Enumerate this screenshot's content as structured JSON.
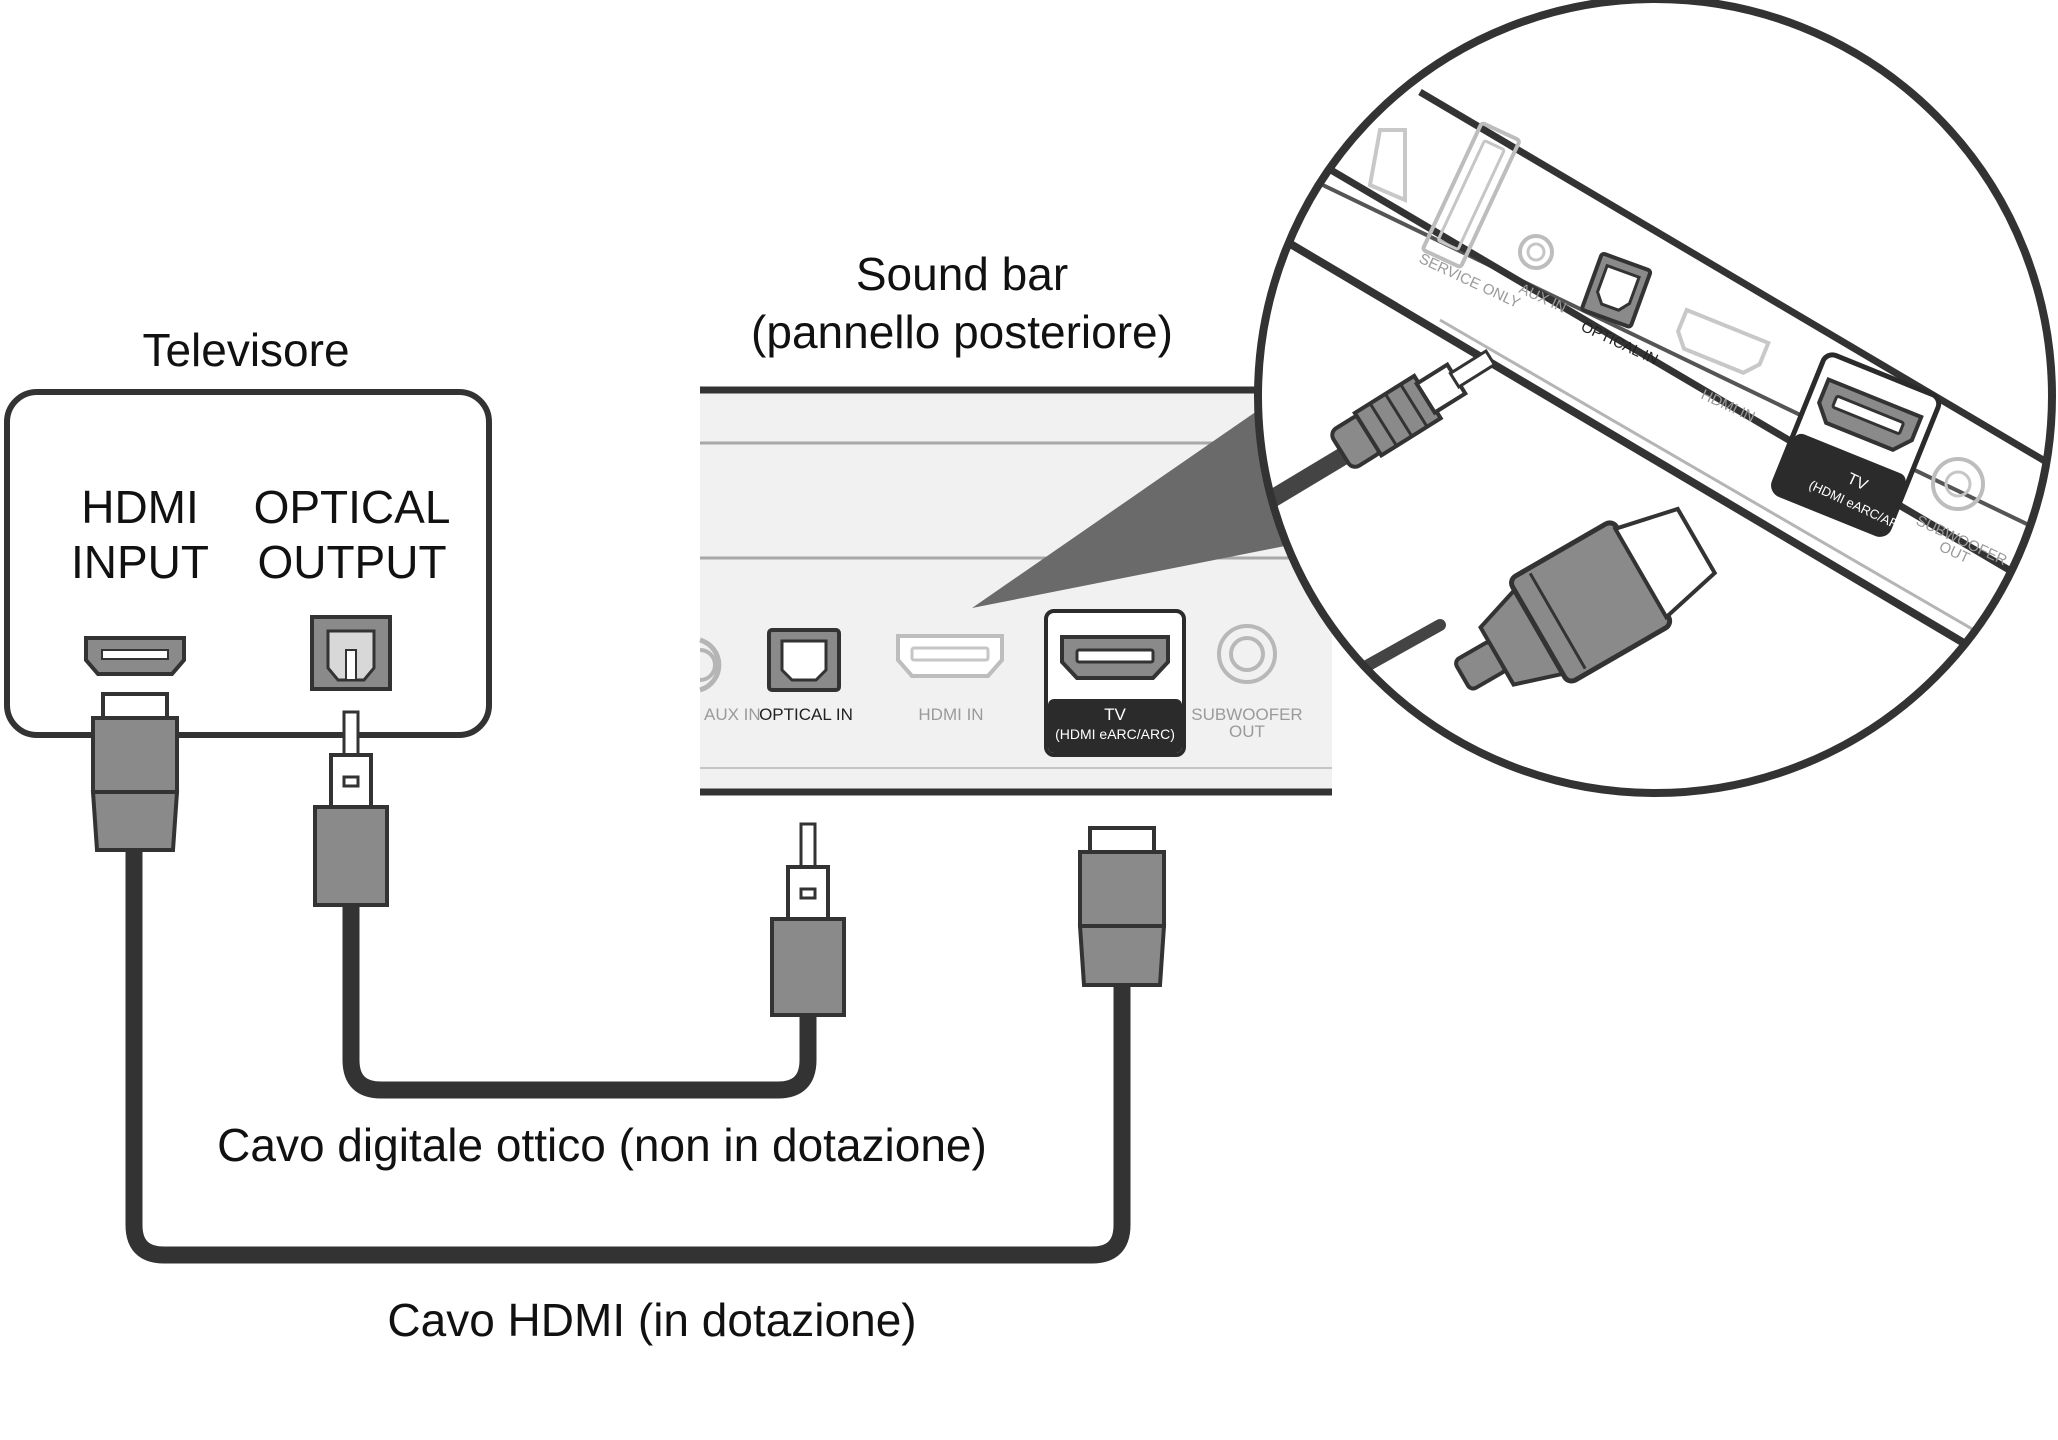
{
  "television": {
    "title": "Televisore",
    "hdmi_label_line1": "HDMI",
    "hdmi_label_line2": "INPUT",
    "optical_label_line1": "OPTICAL",
    "optical_label_line2": "OUTPUT"
  },
  "soundbar": {
    "title_line1": "Sound bar",
    "title_line2": "(pannello posteriore)",
    "ports": {
      "aux_in": "AUX IN",
      "optical_in": "OPTICAL IN",
      "hdmi_in": "HDMI IN",
      "tv_line1": "TV",
      "tv_line2": "(HDMI eARC/ARC)",
      "subwoofer_line1": "SUBWOOFER",
      "subwoofer_line2": "OUT"
    }
  },
  "zoom": {
    "service_only": "SERVICE ONLY",
    "aux_in": "AUX IN",
    "optical_in": "OPTICAL IN",
    "hdmi_in": "HDMI IN",
    "tv_line1": "TV",
    "tv_line2": "(HDMI eARC/ARC)",
    "subwoofer_line1": "SUBWOOFER",
    "subwoofer_line2": "OUT"
  },
  "cables": {
    "optical": "Cavo digitale ottico (non in dotazione)",
    "hdmi": "Cavo HDMI (in dotazione)"
  },
  "colors": {
    "line": "#333333",
    "connector": "#8a8a8a",
    "panel": "#f1f1f1",
    "highlight": "#2b2b2b"
  }
}
